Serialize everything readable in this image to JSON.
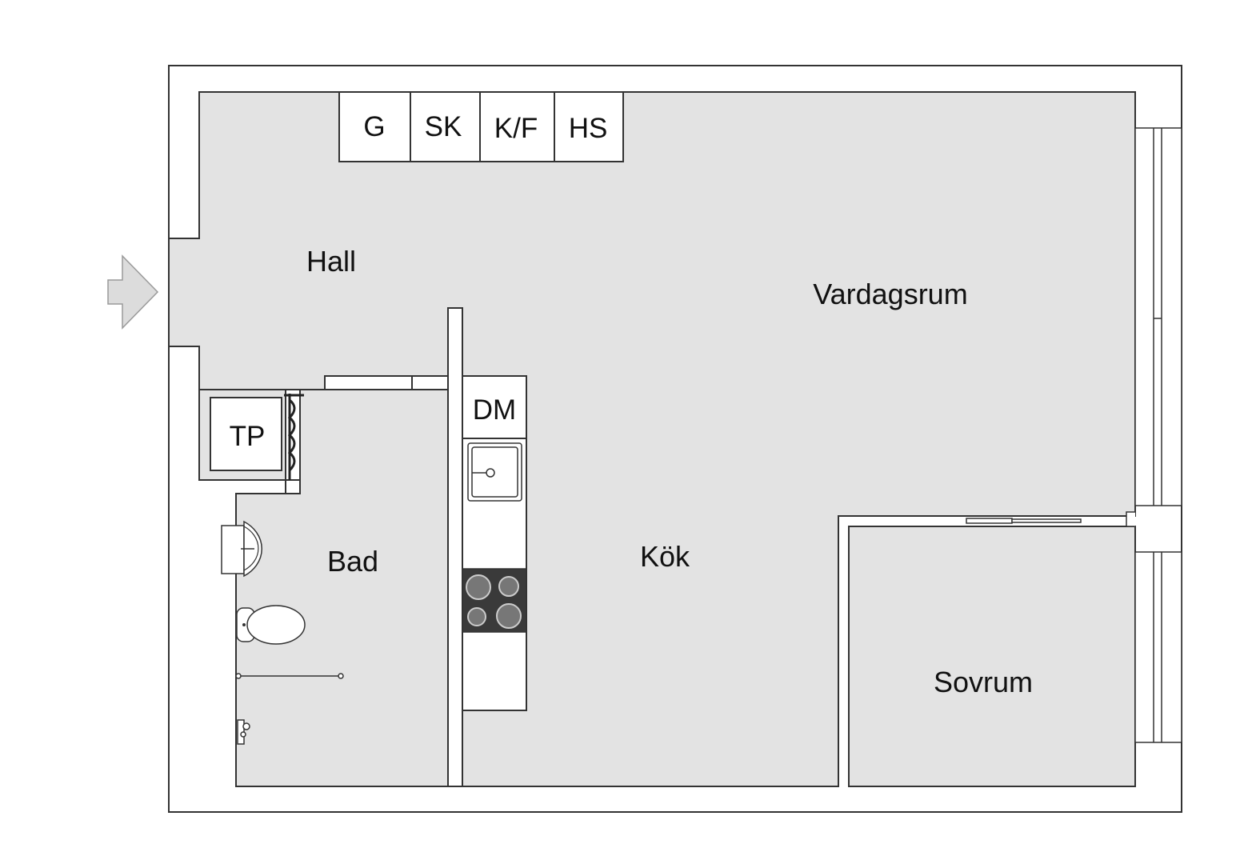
{
  "rooms": {
    "hall": "Hall",
    "vardagsrum": "Vardagsrum",
    "kok": "Kök",
    "bad": "Bad",
    "sovrum": "Sovrum"
  },
  "fixtures": {
    "g": "G",
    "sk": "SK",
    "kf": "K/F",
    "hs": "HS",
    "tp": "TP",
    "dm": "DM"
  },
  "colors": {
    "floor": "#e3e3e3",
    "wall": "#ffffff",
    "line": "#333333",
    "stove": "#3a3a3a",
    "arrow": "#dcdcdc"
  }
}
